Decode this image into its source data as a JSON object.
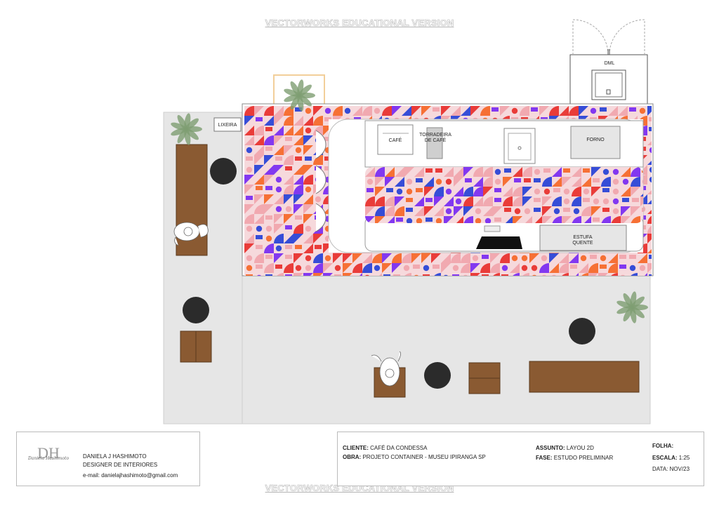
{
  "watermark_top": "VECTORWORKS EDUCATIONAL VERSION",
  "watermark_bottom": "VECTORWORKS EDUCATIONAL VERSION",
  "plan": {
    "lixeira": "LIXEIRA",
    "dml": "DML",
    "cafe": "CAFÉ",
    "torradeira_line1": "TORRADEIRA",
    "torradeira_line2": "DE CAFÉ",
    "forno": "FORNO",
    "estufa_line1": "ESTUFA",
    "estufa_line2": "QUENTE"
  },
  "designer": {
    "logo_initials": "DH",
    "logo_script": "Daniela Hashimoto",
    "name": "DANIELA J HASHIMOTO",
    "role": "DESIGNER DE INTERIORES",
    "email": "e-mail: danielajhashimoto@gmail.com"
  },
  "project": {
    "cliente_label": "CLIENTE:",
    "cliente_value": "CAFÉ DA CONDESSA",
    "obra_label": "OBRA:",
    "obra_value": "PROJETO CONTAINER - MUSEU IPIRANGA SP",
    "assunto_label": "ASSUNTO:",
    "assunto_value": "LAYOU 2D",
    "fase_label": "FASE:",
    "fase_value": "ESTUDO PRELIMINAR",
    "folha_label": "FOLHA:",
    "escala_label": "ESCALA:",
    "escala_value": "1:25",
    "data_label": "DATA:",
    "data_value": "NOV/23"
  },
  "colors": {
    "floor": "#e6e6e6",
    "wood": "#8a5a32",
    "table_round": "#2b2b2b",
    "tile_base": "#f6d9dc",
    "tile_pink": "#f0a7ad",
    "tile_blue": "#2b46d6",
    "tile_red": "#e8342f",
    "tile_orange": "#f56a2b",
    "tile_purple": "#7b2ff0",
    "plant": "#7e9d72"
  }
}
